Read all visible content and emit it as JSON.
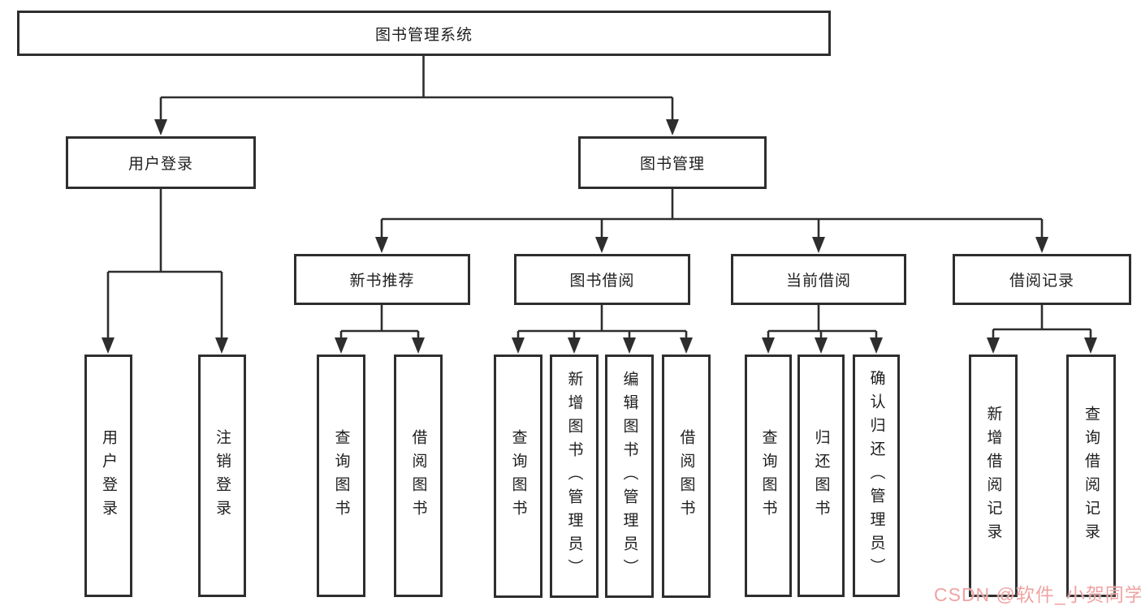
{
  "diagram": {
    "line_color": "#2e2e2e",
    "root": {
      "label": "图书管理系统"
    },
    "level2": [
      {
        "label": "用户登录"
      },
      {
        "label": "图书管理"
      }
    ],
    "level3": [
      {
        "label": "新书推荐"
      },
      {
        "label": "图书借阅"
      },
      {
        "label": "当前借阅"
      },
      {
        "label": "借阅记录"
      }
    ],
    "leaves": {
      "user_login": [
        "用户登录",
        "注销登录"
      ],
      "new_book": [
        "查询图书",
        "借阅图书"
      ],
      "book_borrow": [
        "查询图书",
        "新增图书（管理员）",
        "编辑图书（管理员）",
        "借阅图书"
      ],
      "current_borrow": [
        "查询图书",
        "归还图书",
        "确认归还（管理员）"
      ],
      "borrow_records": [
        "新增借阅记录",
        "查询借阅记录"
      ]
    }
  },
  "watermark": {
    "text": "CSDN @软件_小贺同学",
    "color": "#f0a3a3"
  }
}
